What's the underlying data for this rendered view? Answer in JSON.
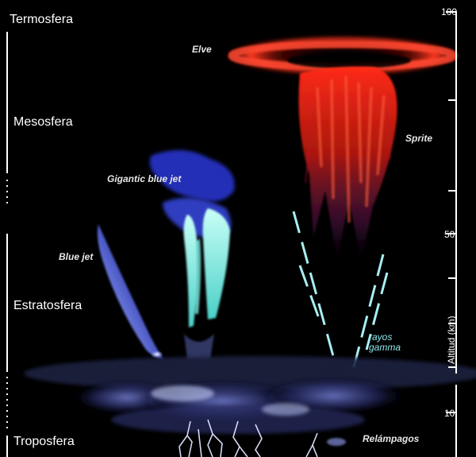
{
  "layers": {
    "thermosphere": "Termosfera",
    "mesosphere": "Mesosfera",
    "stratosphere": "Estratosfera",
    "troposphere": "Troposfera"
  },
  "phenomena": {
    "elve": "Elve",
    "sprite": "Sprite",
    "gigantic_blue_jet": "Gigantic blue jet",
    "blue_jet": "Blue jet",
    "gamma_rays": "rayos gamma",
    "lightning": "Relámpagos"
  },
  "altitude_axis": {
    "title": "Altitud (km)",
    "ticks": [
      "100",
      "50",
      "10"
    ]
  },
  "colors": {
    "background": "#000000",
    "elve_red": "#ff2a1a",
    "sprite_red": "#e01810",
    "jet_blue": "#4a5cff",
    "jet_cyan": "#9ff7f0",
    "gamma_cyan": "#a8eef2",
    "axis_white": "#ffffff"
  }
}
